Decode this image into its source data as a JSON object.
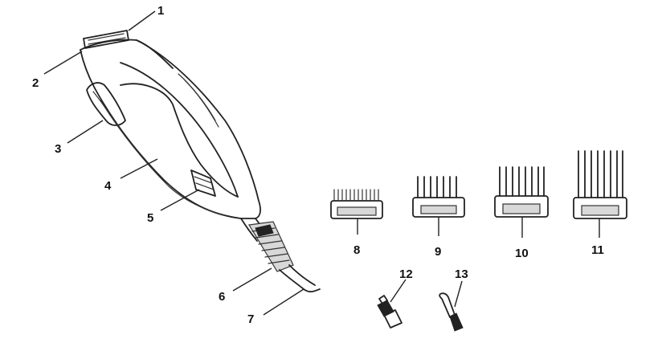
{
  "labels": {
    "l1": "1",
    "l2": "2",
    "l3": "3",
    "l4": "4",
    "l5": "5",
    "l6": "6",
    "l7": "7",
    "l8": "8",
    "l9": "9",
    "l10": "10",
    "l11": "11",
    "l12": "12",
    "l13": "13"
  },
  "colors": {
    "ink": "#222222",
    "paper": "#ffffff",
    "shade": "#d8d8d8"
  },
  "icons": [
    "hair-clipper-icon",
    "guide-comb-icon",
    "oil-bottle-icon",
    "cleaning-brush-icon"
  ]
}
